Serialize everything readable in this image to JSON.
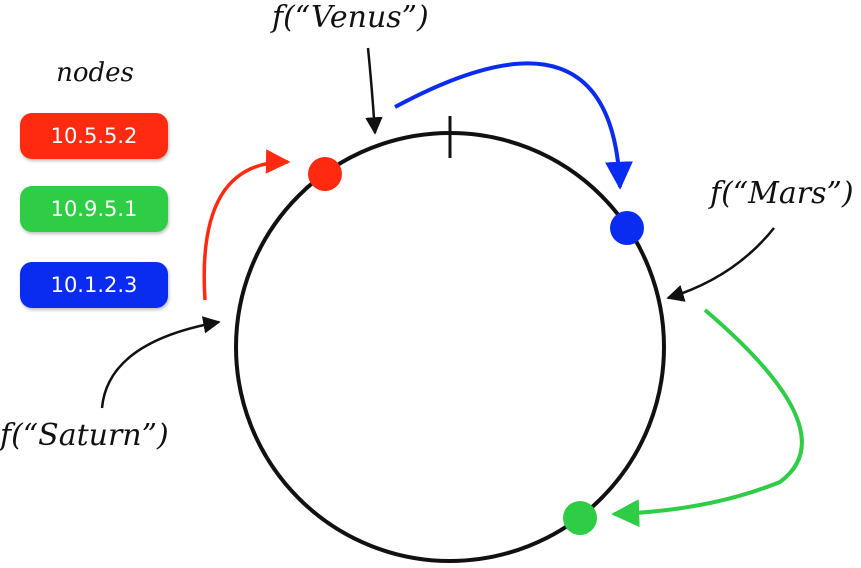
{
  "legend": {
    "title": "nodes",
    "nodes": [
      {
        "label": "10.5.5.2",
        "color": "#ff2a10"
      },
      {
        "label": "10.9.5.1",
        "color": "#2fcc46"
      },
      {
        "label": "10.1.2.3",
        "color": "#0a2cf0"
      }
    ]
  },
  "keys": {
    "venus": "f(“Venus”)",
    "mars": "f(“Mars”)",
    "saturn": "f(“Saturn”)"
  },
  "colors": {
    "ring": "#111111",
    "red": "#ff2a10",
    "green": "#2fcc46",
    "blue": "#0a2cf0"
  }
}
